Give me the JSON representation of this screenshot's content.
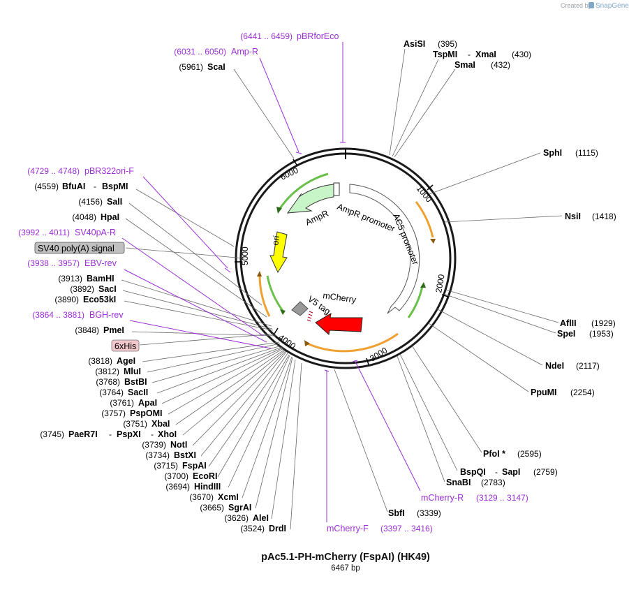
{
  "credit": {
    "prefix": "Created by",
    "brand": "SnapGene"
  },
  "title": "pAc5.1-PH-mCherry (FspAI) (HK49)",
  "length_label": "6467 bp",
  "ticks": [
    "1000",
    "2000",
    "3000",
    "4000",
    "5000",
    "6000"
  ],
  "enzymes_right": [
    {
      "name": "AsiSI",
      "pos": "(395)"
    },
    {
      "name": "TspMI",
      "name2": "XmaI",
      "pos": "(430)"
    },
    {
      "name": "SmaI",
      "pos": "(432)"
    },
    {
      "name": "SphI",
      "pos": "(1115)"
    },
    {
      "name": "NsiI",
      "pos": "(1418)"
    },
    {
      "name": "AflII",
      "pos": "(1929)"
    },
    {
      "name": "SpeI",
      "pos": "(1953)"
    },
    {
      "name": "NdeI",
      "pos": "(2117)"
    },
    {
      "name": "PpuMI",
      "pos": "(2254)"
    },
    {
      "name": "PfoI *",
      "pos": "(2595)"
    },
    {
      "name": "BspQI",
      "name2": "SapI",
      "pos": "(2759)"
    },
    {
      "name": "SnaBI",
      "pos": "(2783)"
    },
    {
      "name": "SbfI",
      "pos": "(3339)"
    }
  ],
  "enzymes_left": [
    {
      "name": "ScaI",
      "pos": "(5961)"
    },
    {
      "name": "BfuAI",
      "name2": "BspMI",
      "pos": "(4559)"
    },
    {
      "name": "SalI",
      "pos": "(4156)"
    },
    {
      "name": "HpaI",
      "pos": "(4048)"
    },
    {
      "name": "BamHI",
      "pos": "(3913)"
    },
    {
      "name": "SacI",
      "pos": "(3892)"
    },
    {
      "name": "Eco53kI",
      "pos": "(3890)"
    },
    {
      "name": "PmeI",
      "pos": "(3848)"
    },
    {
      "name": "AgeI",
      "pos": "(3818)"
    },
    {
      "name": "MluI",
      "pos": "(3812)"
    },
    {
      "name": "BstBI",
      "pos": "(3768)"
    },
    {
      "name": "SacII",
      "pos": "(3764)"
    },
    {
      "name": "ApaI",
      "pos": "(3761)"
    },
    {
      "name": "PspOMI",
      "pos": "(3757)"
    },
    {
      "name": "XbaI",
      "pos": "(3751)"
    },
    {
      "name": "PaeR7I",
      "name2": "PspXI",
      "name3": "XhoI",
      "pos": "(3745)"
    },
    {
      "name": "NotI",
      "pos": "(3739)"
    },
    {
      "name": "BstXI",
      "pos": "(3734)"
    },
    {
      "name": "FspAI",
      "pos": "(3715)"
    },
    {
      "name": "EcoRI",
      "pos": "(3700)"
    },
    {
      "name": "HindIII",
      "pos": "(3694)"
    },
    {
      "name": "XcmI",
      "pos": "(3670)"
    },
    {
      "name": "SgrAI",
      "pos": "(3665)"
    },
    {
      "name": "AleI",
      "pos": "(3626)"
    },
    {
      "name": "DrdI",
      "pos": "(3524)"
    }
  ],
  "primers": [
    {
      "name": "pBRforEco",
      "range": "(6441 .. 6459)"
    },
    {
      "name": "Amp-R",
      "range": "(6031 .. 6050)"
    },
    {
      "name": "pBR322ori-F",
      "range": "(4729 .. 4748)"
    },
    {
      "name": "SV40pA-R",
      "range": "(3992 .. 4011)"
    },
    {
      "name": "EBV-rev",
      "range": "(3938 .. 3957)"
    },
    {
      "name": "BGH-rev",
      "range": "(3864 .. 3881)"
    },
    {
      "name": "mCherry-R",
      "range": "(3129 .. 3147)"
    },
    {
      "name": "mCherry-F",
      "range": "(3397 .. 3416)"
    }
  ],
  "features": {
    "ampr": "AmpR",
    "ampr_promoter": "AmpR promoter",
    "ac5_promoter": "AC5 promoter",
    "ori": "ori",
    "mcherry": "mCherry",
    "v5tag": "V5 tag",
    "sv40": "SV40 poly(A) signal",
    "his": "6xHis"
  },
  "colors": {
    "primer": "#9b2fd6",
    "ampr": "#c8f5c8",
    "ori": "#ffff00",
    "mcherry": "#ff0000",
    "orf": "#f0a030",
    "sv40_box": "#c0c0c0",
    "his_box": "#f2c8cc"
  }
}
